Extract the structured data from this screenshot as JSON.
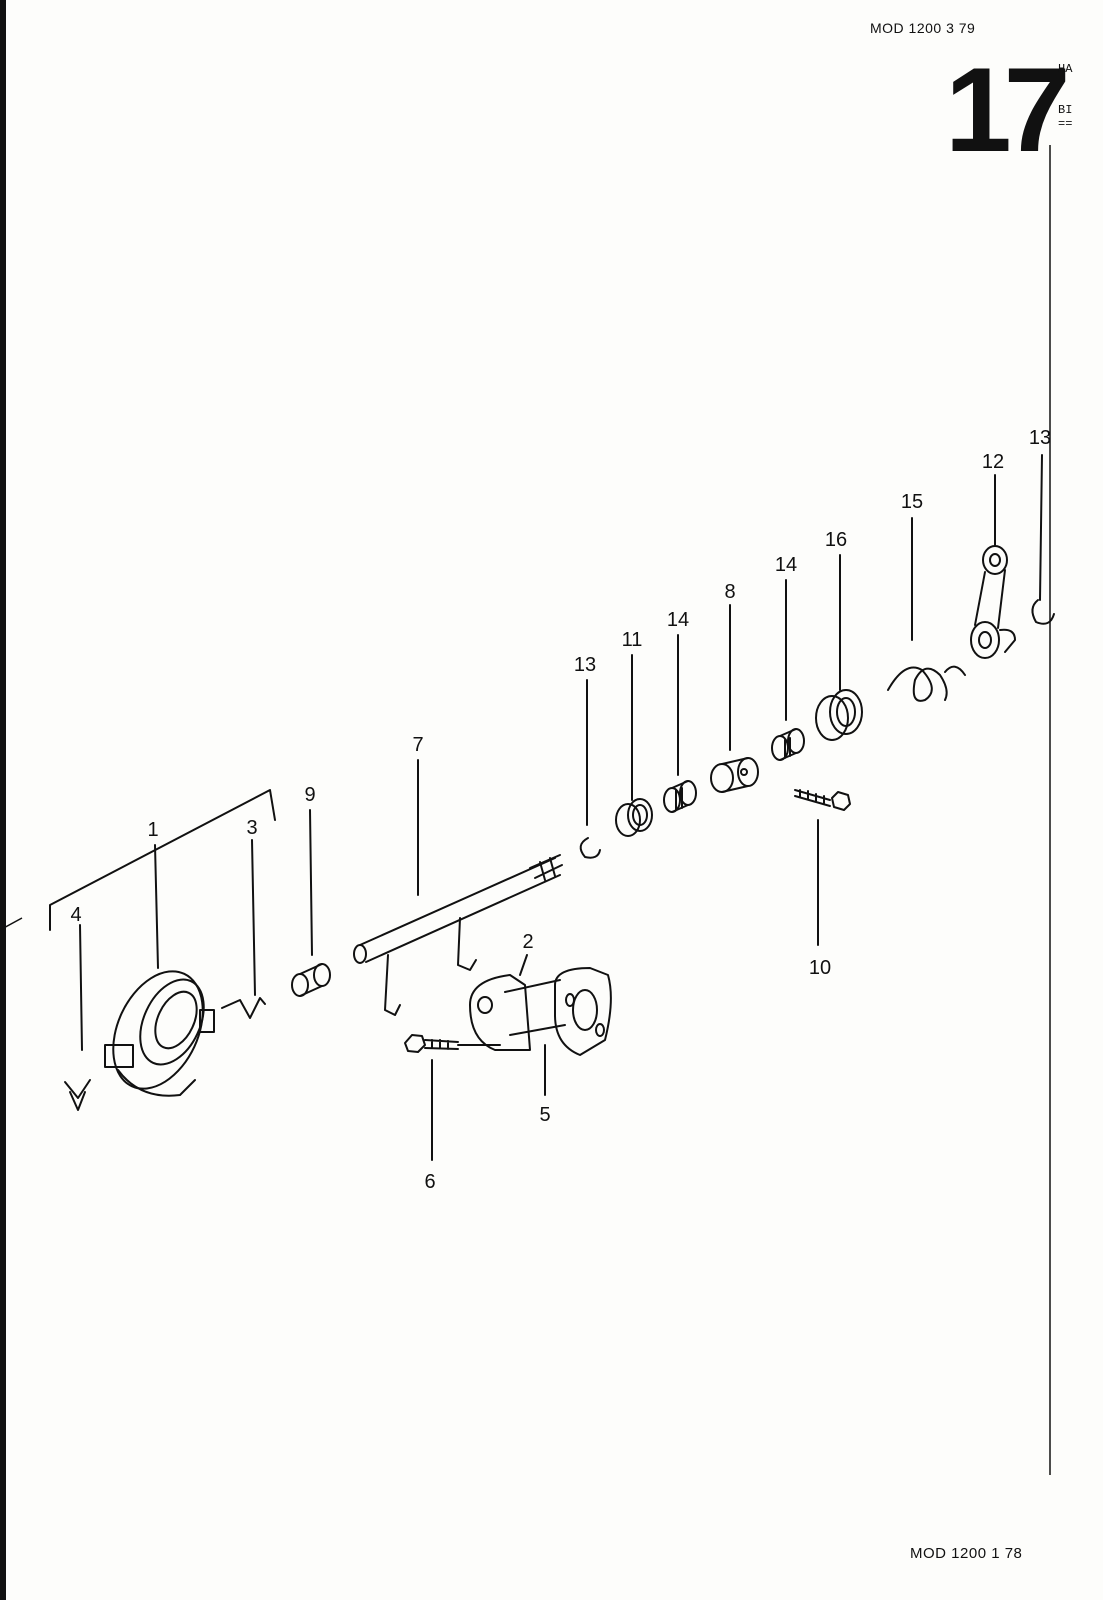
{
  "header": {
    "model_top": "MOD 1200  3 79",
    "section_number": "17",
    "edge_text_top": "HA",
    "edge_text_mid": "BI",
    "edge_text_rule": "==",
    "model_bottom": "MOD 1200  1 78"
  },
  "callouts": [
    {
      "id": "1",
      "text": "1"
    },
    {
      "id": "2",
      "text": "2"
    },
    {
      "id": "3",
      "text": "3"
    },
    {
      "id": "4",
      "text": "4"
    },
    {
      "id": "5",
      "text": "5"
    },
    {
      "id": "6",
      "text": "6"
    },
    {
      "id": "7",
      "text": "7"
    },
    {
      "id": "8",
      "text": "8"
    },
    {
      "id": "9",
      "text": "9"
    },
    {
      "id": "10",
      "text": "10"
    },
    {
      "id": "11",
      "text": "11"
    },
    {
      "id": "12",
      "text": "12"
    },
    {
      "id": "13a",
      "text": "13"
    },
    {
      "id": "13b",
      "text": "13"
    },
    {
      "id": "14a",
      "text": "14"
    },
    {
      "id": "14b",
      "text": "14"
    },
    {
      "id": "15",
      "text": "15"
    },
    {
      "id": "16",
      "text": "16"
    }
  ],
  "colors": {
    "ink": "#111111",
    "paper": "#fdfdfb"
  }
}
